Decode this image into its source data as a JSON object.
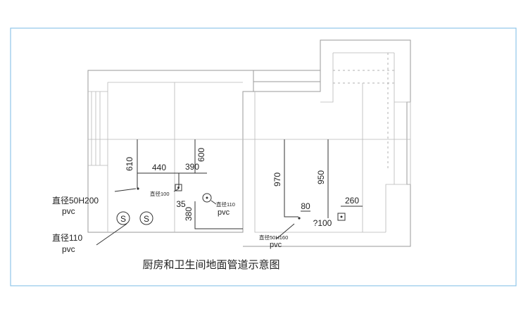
{
  "diagram": {
    "title": "厨房和卫生间地面管道示意图",
    "dimensions": {
      "d610": "610",
      "d440": "440",
      "d390": "390",
      "d600": "600",
      "d35": "35",
      "d380": "380",
      "d970": "970",
      "d950": "950",
      "d80": "80",
      "d260": "260",
      "d100": "?100"
    },
    "labels": {
      "pipe50h200": "直径50H200",
      "pvc1": "pvc",
      "pipe110_left": "直径110",
      "pvc2": "pvc",
      "pipe100_small": "直径100",
      "pipe110_small": "直径110",
      "pvc3": "pvc",
      "pipe50h160": "直径50H160",
      "pvc4": "pvc"
    },
    "drain_symbol": "S"
  }
}
